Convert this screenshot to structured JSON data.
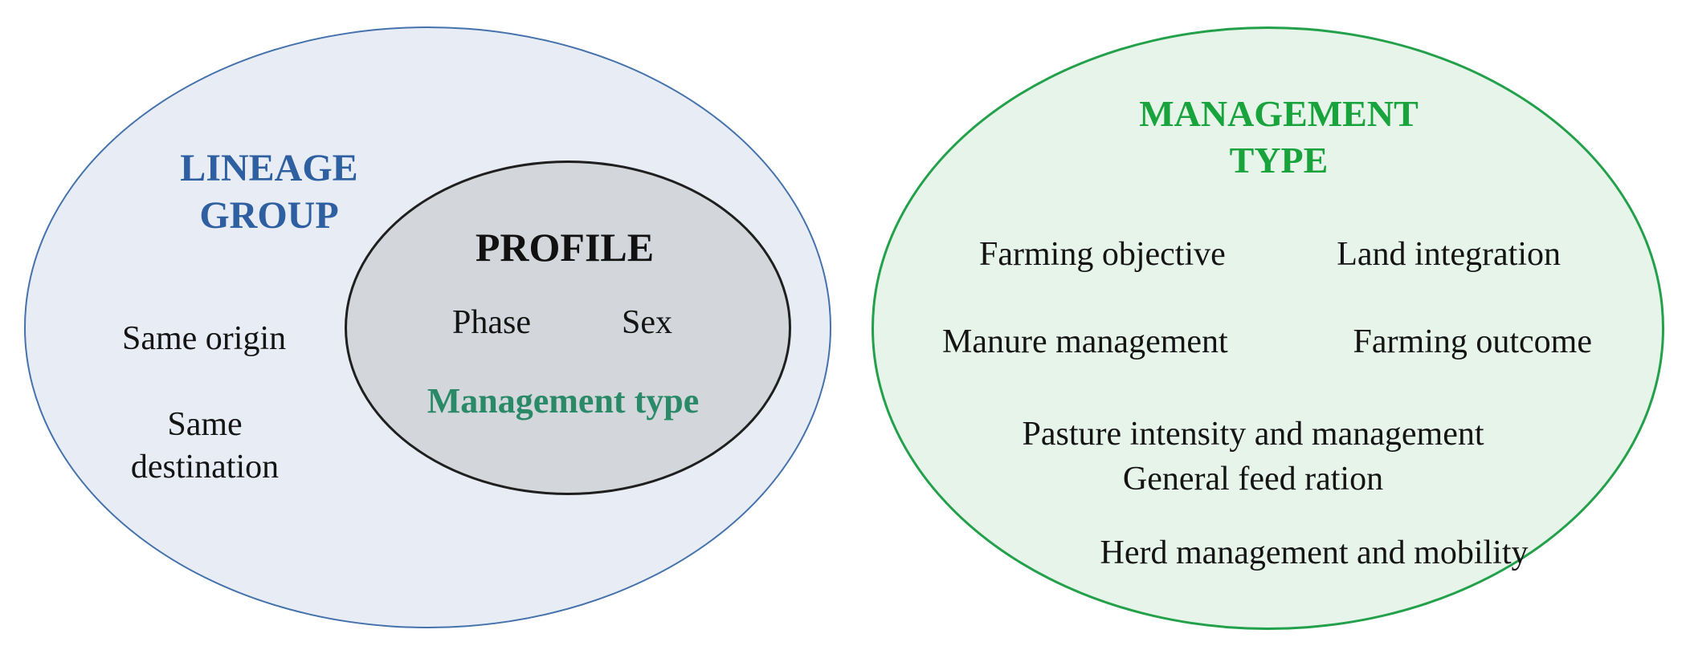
{
  "diagram": {
    "lineage_group": {
      "title_line1": "LINEAGE",
      "title_line2": "GROUP",
      "same_origin": "Same origin",
      "same_destination_line1": "Same",
      "same_destination_line2": "destination"
    },
    "profile": {
      "title": "PROFILE",
      "phase": "Phase",
      "sex": "Sex",
      "management_type": "Management type"
    },
    "management_type": {
      "title_line1": "MANAGEMENT",
      "title_line2": "TYPE",
      "farming_objective": "Farming objective",
      "land_integration": "Land integration",
      "manure_management": "Manure management",
      "farming_outcome": "Farming outcome",
      "pasture_intensity": "Pasture intensity and management",
      "general_feed_ration": "General feed ration",
      "herd_management": "Herd management and mobility"
    },
    "colors": {
      "lineage_fill": "#e8ecf5",
      "lineage_border": "#4472ad",
      "lineage_title_text": "#2d5fa1",
      "profile_fill": "#d3d6da",
      "profile_border": "#1f1f1f",
      "management_fill": "#e7f4ea",
      "management_border": "#22a04a",
      "management_title_text": "#18a33c",
      "management_type_inner_text": "#2a8a68",
      "body_text": "#141414",
      "background": "#ffffff"
    }
  }
}
